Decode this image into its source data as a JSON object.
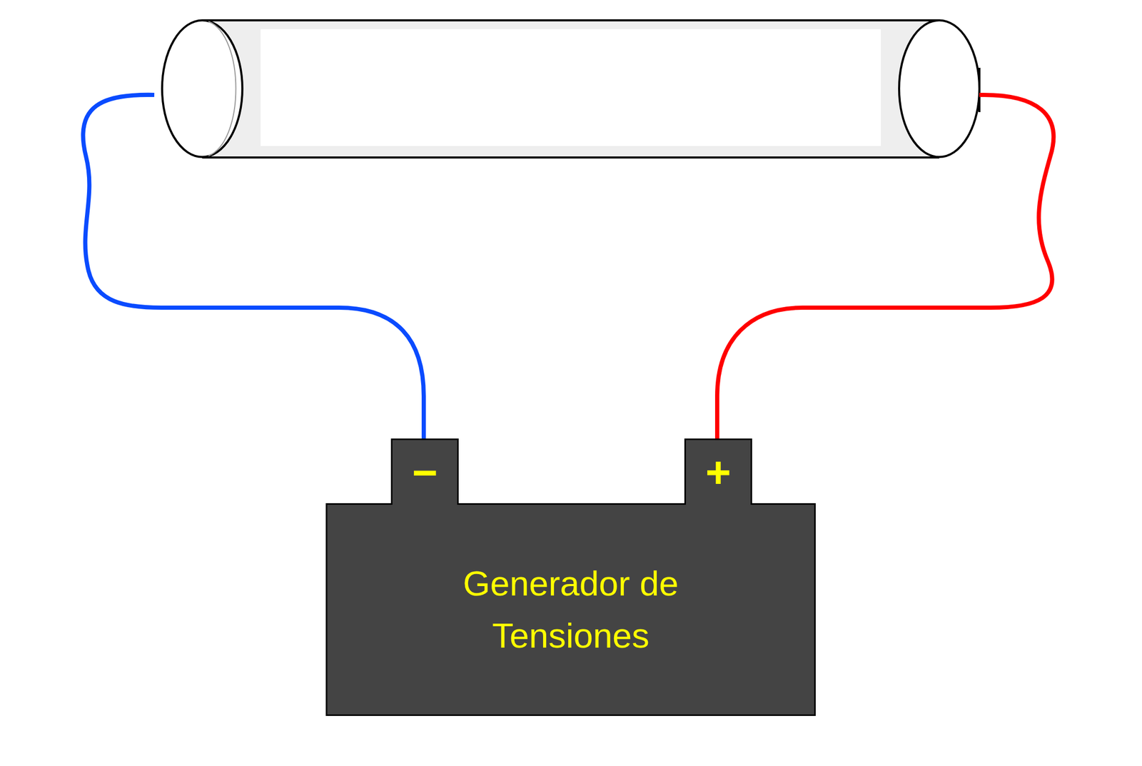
{
  "diagram": {
    "nodes": [
      {
        "text": [
          "Generador de Tensiones"
        ]
      },
      {
        "text": [
          "−"
        ]
      },
      {
        "text": [
          "+"
        ]
      }
    ]
  }
}
